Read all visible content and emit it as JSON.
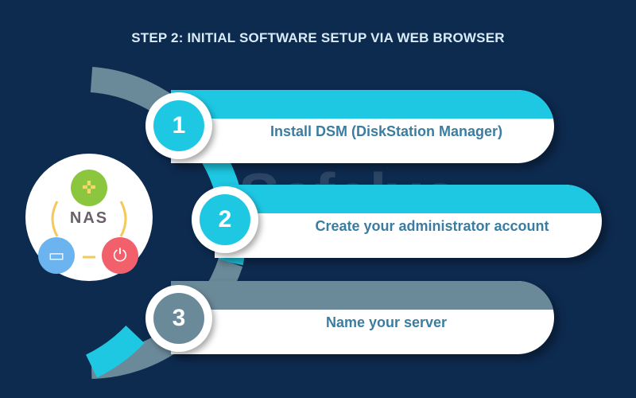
{
  "title": "STEP 2: INITIAL SOFTWARE SETUP VIA WEB BROWSER",
  "watermark": "Safelyo",
  "center_badge": {
    "label": "NAS",
    "icons": [
      "gear-cross-icon",
      "monitor-icon",
      "power-icon"
    ]
  },
  "steps": [
    {
      "number": "1",
      "label": "Install DSM (DiskStation Manager)",
      "color": "#1ec8e3"
    },
    {
      "number": "2",
      "label": "Create your administrator account",
      "color": "#1ec8e3"
    },
    {
      "number": "3",
      "label": "Name your server",
      "color": "#6b8a99"
    }
  ]
}
